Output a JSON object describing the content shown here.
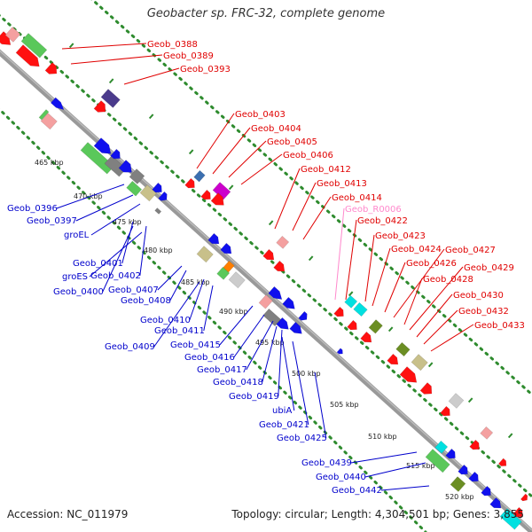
{
  "title": "Geobacter sp. FRC-32, complete genome",
  "footer": {
    "accession": "Accession: NC_011979",
    "summary": "Topology: circular; Length: 4,304,501 bp; Genes: 3,855"
  },
  "colors": {
    "backbone": "#7f7f7f",
    "dots": "#2e8b2e",
    "tick": "#2e8b2e",
    "forward_label": "#e00000",
    "reverse_label": "#0000cc",
    "rna_label": "#ff88cc"
  },
  "kbp_ticks": [
    "465 kbp",
    "470 kbp",
    "475 kbp",
    "480 kbp",
    "485 kbp",
    "490 kbp",
    "495 kbp",
    "500 kbp",
    "505 kbp",
    "510 kbp",
    "515 kbp",
    "520 kbp"
  ],
  "labels_top": [
    "Geob_0388",
    "Geob_0389",
    "Geob_0393",
    "Geob_0403",
    "Geob_0404",
    "Geob_0405",
    "Geob_0406",
    "Geob_0412",
    "Geob_0413",
    "Geob_0414",
    "Geob_R0006",
    "Geob_0422",
    "Geob_0423",
    "Geob_0424",
    "Geob_0426",
    "Geob_0427",
    "Geob_0428",
    "Geob_0429",
    "Geob_0430",
    "Geob_0432",
    "Geob_0433"
  ],
  "labels_bottom": [
    "Geob_0396",
    "Geob_0397",
    "groEL",
    "Geob_0401",
    "groES",
    "Geob_0402",
    "Geob_0400",
    "Geob_0407",
    "Geob_0408",
    "Geob_0410",
    "Geob_0411",
    "Geob_0409",
    "Geob_0415",
    "Geob_0416",
    "Geob_0417",
    "Geob_0418",
    "Geob_0419",
    "ubiA",
    "Geob_0421",
    "Geob_0425",
    "Geob_0439",
    "Geob_0440",
    "Geob_0442"
  ]
}
